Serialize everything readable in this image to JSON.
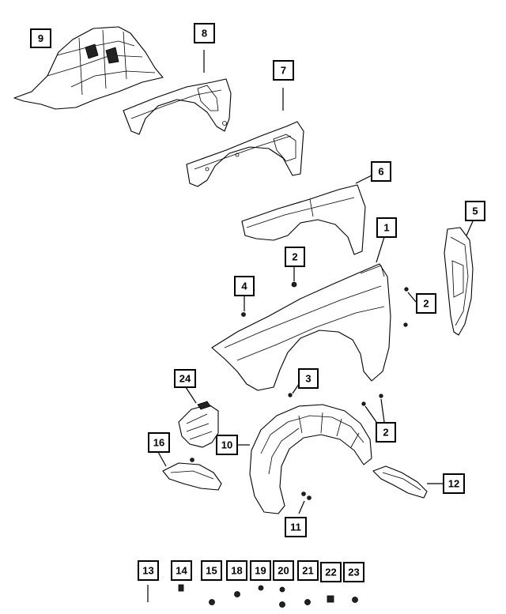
{
  "callouts": {
    "c1": "1",
    "c2a": "2",
    "c2b": "2",
    "c2c": "2",
    "c3": "3",
    "c4": "4",
    "c5": "5",
    "c6": "6",
    "c7": "7",
    "c8": "8",
    "c9": "9",
    "c10": "10",
    "c11": "11",
    "c12": "12",
    "c13": "13",
    "c14": "14",
    "c15": "15",
    "c16": "16",
    "c18": "18",
    "c19": "19",
    "c20": "20",
    "c21": "21",
    "c22": "22",
    "c23": "23",
    "c24": "24"
  }
}
